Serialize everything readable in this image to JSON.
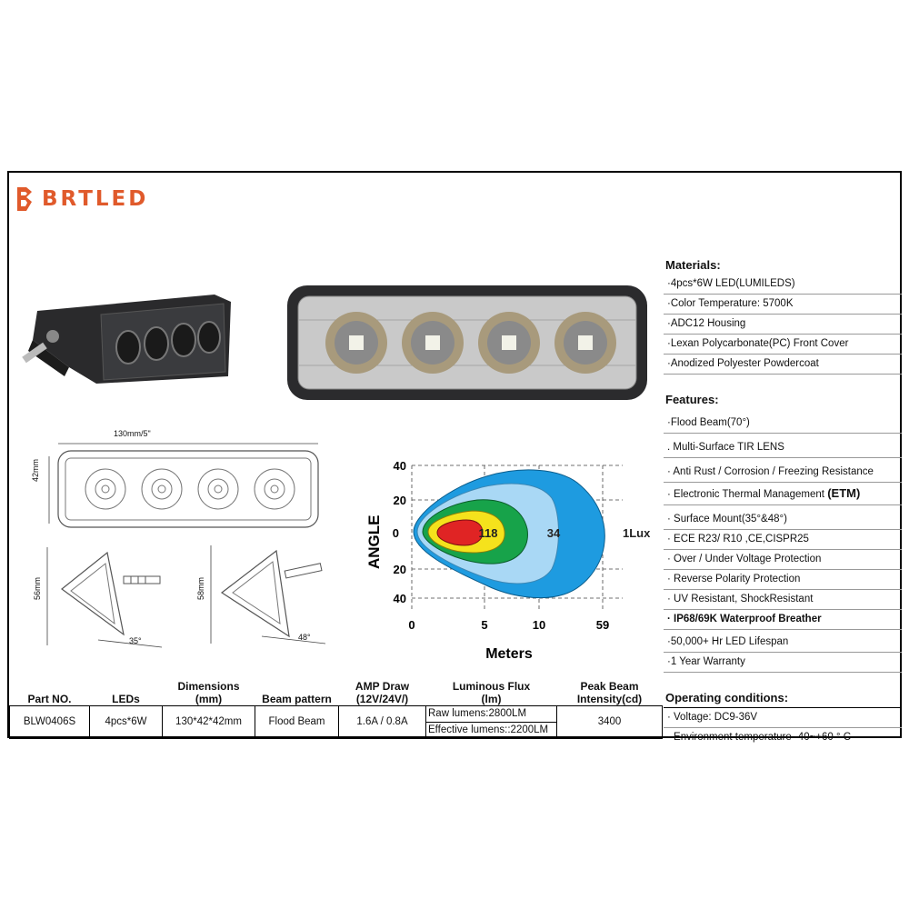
{
  "brand": {
    "name": "BRTLED"
  },
  "materials": {
    "title": "Materials:",
    "items": [
      "·4pcs*6W  LED(LUMILEDS)",
      "·Color Temperature: 5700K",
      "·ADC12 Housing",
      "·Lexan Polycarbonate(PC) Front Cover",
      "·Anodized Polyester Powdercoat"
    ]
  },
  "features": {
    "title": "Features:",
    "items": [
      "·Flood Beam(70°)",
      ". Multi-Surface TIR LENS",
      "· Anti Rust / Corrosion / Freezing Resistance",
      "· Electronic Thermal Management",
      "· Surface Mount(35°&48°)",
      "· ECE R23/ R10  ,CE,CISPR25",
      "· Over / Under Voltage Protection",
      "· Reverse Polarity Protection",
      "· UV Resistant, ShockResistant",
      "· IP68/69K Waterproof Breather",
      "·50,000+ Hr LED Lifespan",
      "·1 Year Warranty"
    ],
    "etm_label": "(ETM)"
  },
  "operating": {
    "title": "Operating conditions:",
    "items": [
      "· Voltage: DC9-36V",
      "· Environment temperature -40~+60 ° C"
    ]
  },
  "dimensions": {
    "width_label": "130mm/5\"",
    "height_label": "42mm",
    "bracket1_height": "56mm",
    "bracket1_angle": "35°",
    "bracket2_height": "58mm",
    "bracket2_angle": "48°"
  },
  "beam_chart": {
    "y_title": "ANGLE",
    "x_title": "Meters",
    "y_ticks": [
      "40",
      "20",
      "0",
      "20",
      "40"
    ],
    "x_ticks": [
      "0",
      "5",
      "10",
      "59"
    ],
    "labels": [
      "118",
      "34",
      "1Lux"
    ],
    "colors": {
      "red": "#e02424",
      "yellow": "#f5e21c",
      "green": "#17a34a",
      "light_blue": "#a9d8f5",
      "blue": "#1e9be0"
    }
  },
  "table": {
    "headers": [
      "Part NO.",
      "LEDs",
      "Dimensions\n(mm)",
      "Beam pattern",
      "AMP Draw\n(12V/24V/)",
      "Luminous Flux\n(lm)",
      "Peak Beam\nIntensity(cd)"
    ],
    "row": {
      "part_no": "BLW0406S",
      "leds": "4pcs*6W",
      "dimensions": "130*42*42mm",
      "beam": "Flood Beam",
      "amp": "1.6A / 0.8A",
      "flux_raw": "Raw lumens:2800LM",
      "flux_eff": "Effective lumens::2200LM",
      "peak": "3400"
    }
  }
}
